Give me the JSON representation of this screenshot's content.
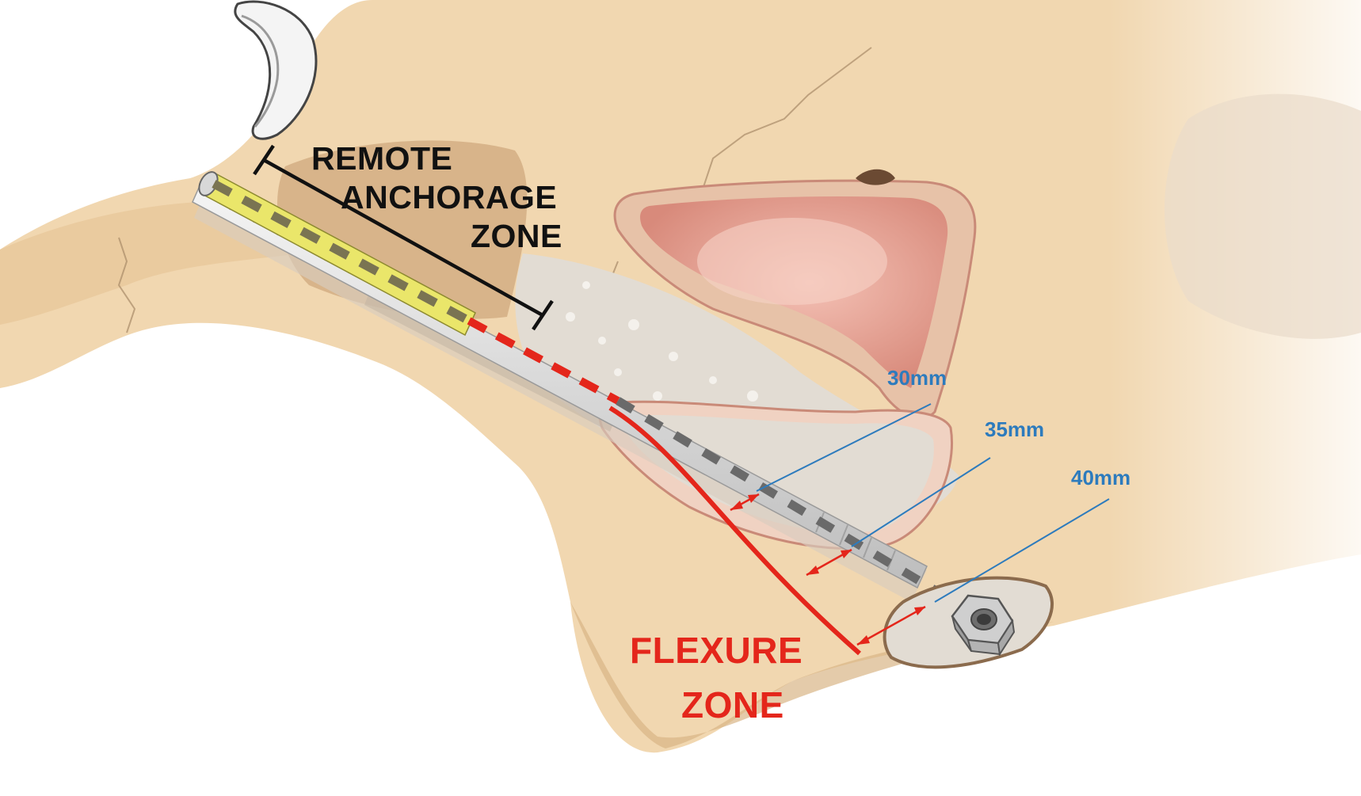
{
  "labels": {
    "remote_zone": [
      "REMOTE",
      "ANCHORAGE",
      "ZONE"
    ],
    "flexure_zone": [
      "FLEXURE",
      "ZONE"
    ],
    "measurements": [
      "30mm",
      "35mm",
      "40mm"
    ]
  },
  "colors": {
    "bone": "#f1d7b0",
    "bone_shadow": "#dcb98a",
    "sinus": "#e7a59a",
    "sinus_rim": "#c98a78",
    "cancellous": "#ddd6cc",
    "screw": "#eae66a",
    "flexure_red": "#e4261b",
    "measure_blue": "#2d7bbd",
    "dimension_black": "#111111"
  },
  "icons": {
    "retractor": "retractor-icon",
    "nut": "hex-nut-icon"
  }
}
